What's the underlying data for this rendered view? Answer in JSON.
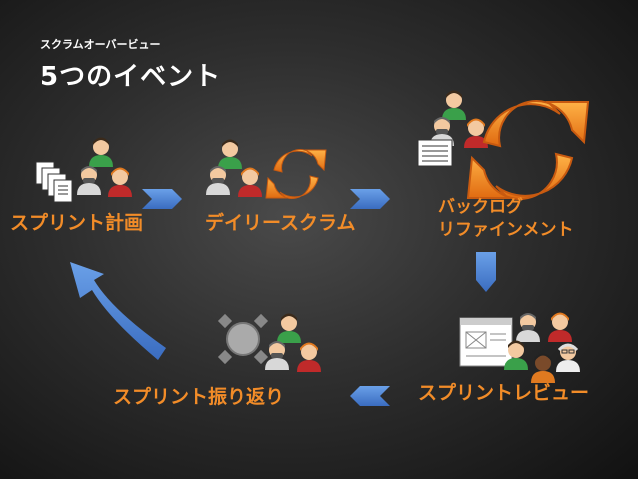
{
  "header": {
    "subtitle": "スクラムオーバービュー",
    "title": "5つのイベント"
  },
  "events": {
    "sprint_planning": "スプリント計画",
    "daily_scrum": "デイリースクラム",
    "backlog_refinement_line1": "バックログ",
    "backlog_refinement_line2": "リファインメント",
    "sprint_review": "スプリントレビュー",
    "sprint_retrospective": "スプリント振り返り"
  },
  "colors": {
    "label": "#f28c28",
    "arrow_blue": "#4a80d0",
    "cycle_orange": "#f08a20"
  }
}
